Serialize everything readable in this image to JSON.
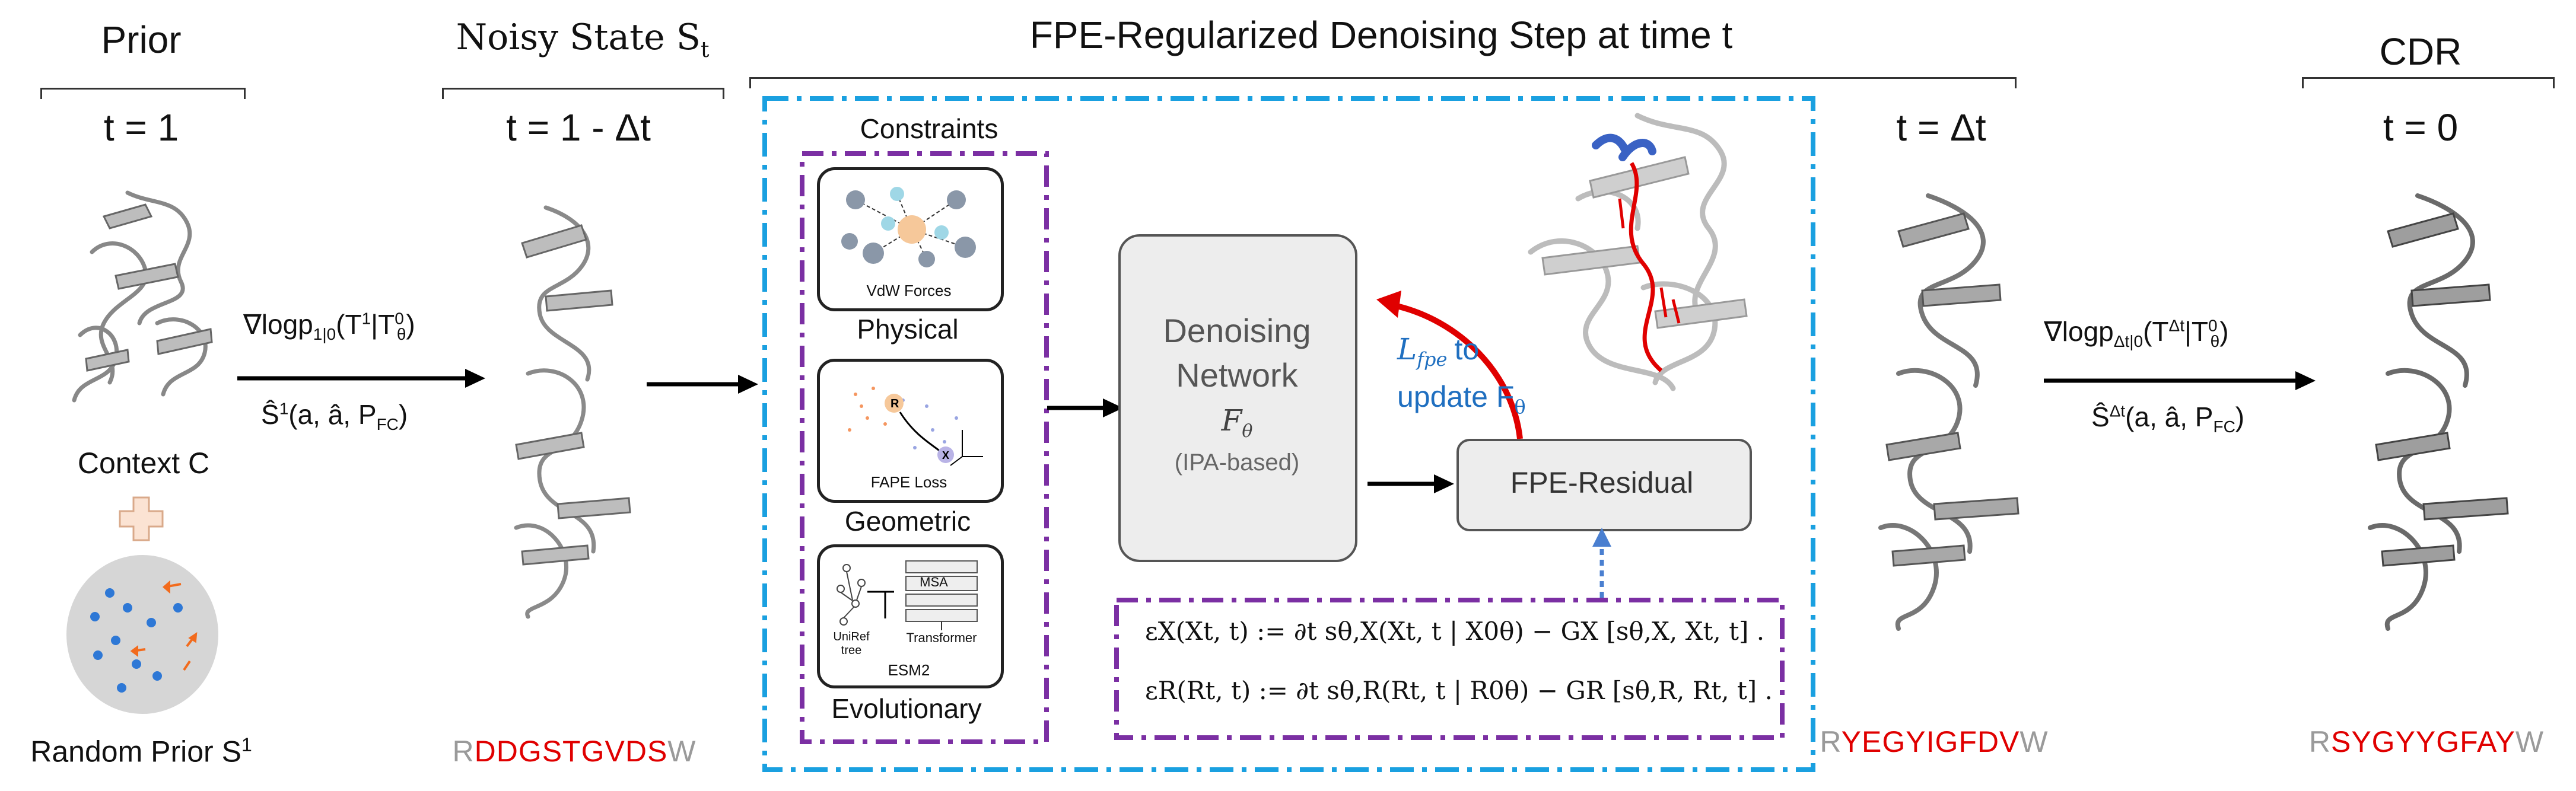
{
  "columns": {
    "prior": {
      "title": "Prior",
      "time": "t = 1",
      "context_label": "Context C",
      "random_label": "Random Prior S",
      "random_sup": "1"
    },
    "noisy": {
      "title": "Noisy State S",
      "title_sub": "t",
      "time": "t = 1 - Δt",
      "seq_flank_left": "R",
      "seq_core": "DDGSTGVDS",
      "seq_flank_right": "W"
    },
    "delta": {
      "time": "t = Δt",
      "seq_flank_left": "R",
      "seq_core": "YEGYIGFDV",
      "seq_flank_right": "W"
    },
    "cdr": {
      "title": "CDR",
      "time": "t = 0",
      "seq_flank_left": "R",
      "seq_core": "SYGYYGFAY",
      "seq_flank_right": "W"
    }
  },
  "arrows": {
    "first": {
      "line1": "∇logp",
      "line1_sub": "1|0",
      "line1_rest": "(T",
      "line1_sup": "1",
      "line1_mid": "|T",
      "line1_sup2": "0",
      "line1_sub2": "θ",
      "line1_end": ")",
      "line2": "Ŝ",
      "line2_sup": "1",
      "line2_rest": "(a, â, P",
      "line2_sub": "FC",
      "line2_end": ")"
    },
    "last": {
      "line1": "∇logp",
      "line1_sub": "Δt|0",
      "line1_rest": "(T",
      "line1_sup": "Δt",
      "line1_mid": "|T",
      "line1_sup2": "0",
      "line1_sub2": "θ",
      "line1_end": ")",
      "line2": "Ŝ",
      "line2_sup": "Δt",
      "line2_rest": "(a, â, P",
      "line2_sub": "FC",
      "line2_end": ")"
    }
  },
  "step": {
    "title": "FPE-Regularized Denoising Step at time t",
    "constraints_title": "Constraints",
    "physical_label": "Physical",
    "physical_inner": "VdW Forces",
    "geometric_label": "Geometric",
    "geometric_inner": "FAPE Loss",
    "evolutionary_label": "Evolutionary",
    "evolutionary_inner_msa": "MSA",
    "evolutionary_inner_tree": "UniRef tree",
    "evolutionary_inner_transformer": "Transformer",
    "evolutionary_inner_model": "ESM2",
    "network_line1": "Denoising",
    "network_line2": "Network",
    "network_symbol": "F",
    "network_symbol_sub": "θ",
    "network_note": "(IPA-based)",
    "residual_label": "FPE-Residual",
    "loss_symbol": "L",
    "loss_sub": "fpe",
    "loss_to": "to",
    "loss_update": "update F",
    "loss_update_sub": "θ",
    "eq1": "εX(Xt, t) := ∂t sθ,X(Xt, t | X0θ) − GX [sθ,X, Xt, t] .",
    "eq2": "εR(Rt, t) := ∂t sθ,R(Rt, t | R0θ) − GR [sθ,R, Rt, t] ."
  },
  "colors": {
    "accent_blue": "#1aa0e0",
    "purple": "#7b2fa3",
    "red": "#e00000",
    "loss_blue": "#1f6fc0",
    "gray_seq": "#9a9a9a"
  }
}
